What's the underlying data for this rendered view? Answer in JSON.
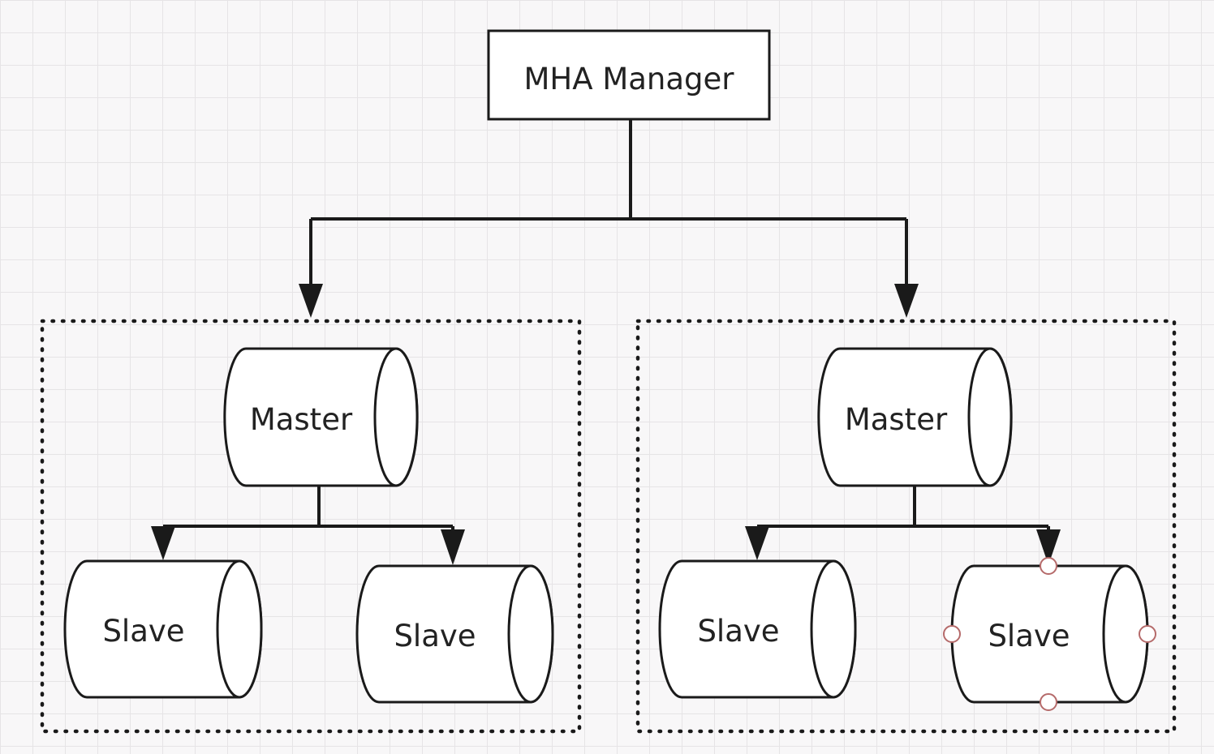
{
  "manager": {
    "label": "MHA Manager"
  },
  "groups": [
    {
      "master": {
        "label": "Master"
      },
      "slaves": [
        {
          "label": "Slave"
        },
        {
          "label": "Slave"
        }
      ]
    },
    {
      "master": {
        "label": "Master"
      },
      "slaves": [
        {
          "label": "Slave"
        },
        {
          "label": "Slave",
          "selected": true
        }
      ]
    }
  ],
  "colors": {
    "stroke": "#1a1a1a",
    "handle_fill": "#ffffff",
    "handle_stroke": "#b56a6a",
    "grid": "#e6e4e6",
    "background": "#f8f7f8"
  }
}
